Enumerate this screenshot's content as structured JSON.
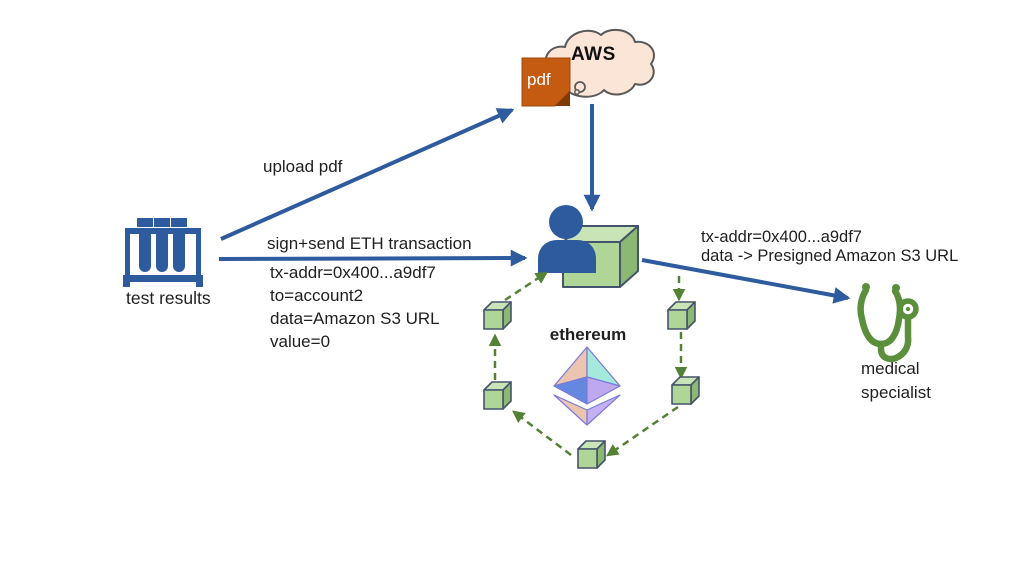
{
  "diagram": {
    "nodes": {
      "test_results": {
        "label": "test results",
        "icon": "test-tubes-icon"
      },
      "aws": {
        "label": "AWS",
        "icon": "cloud-icon"
      },
      "pdf_file": {
        "label": "pdf",
        "icon": "pdf-file-icon"
      },
      "account": {
        "icon": "person-with-cube-icon"
      },
      "ethereum_network": {
        "label": "ethereum",
        "icon": "ethereum-logo",
        "node_icon": "block-cube-icon"
      },
      "medical_specialist": {
        "line1": "medical",
        "line2": "specialist",
        "icon": "stethoscope-icon"
      }
    },
    "edges": {
      "upload": {
        "label": "upload pdf"
      },
      "sign_send": {
        "label": "sign+send ETH transaction",
        "details": [
          "tx-addr=0x400...a9df7",
          "to=account2",
          "data=Amazon S3 URL",
          "value=0"
        ]
      },
      "retrieve": {
        "details": [
          "tx-addr=0x400...a9df7",
          "data -> Presigned Amazon S3 URL"
        ]
      },
      "aws_to_account": {
        "label": ""
      }
    },
    "colors": {
      "arrow_blue": "#2E5B9E",
      "icon_blue": "#2E5B9E",
      "pdf_orange": "#C55A11",
      "pdf_fold": "#7F3B00",
      "cloud_fill": "#FBE5D6",
      "cloud_outline": "#595959",
      "cube_front": "#AFD696",
      "cube_top": "#C9E5B8",
      "cube_side": "#8BB872",
      "cube_outline": "#44546A",
      "dashed_green": "#538135",
      "stethoscope_green": "#5C8F3C",
      "eth_peach": "#ECC5B0",
      "eth_cyan": "#A5E8DC",
      "eth_blue": "#6488E0",
      "eth_purple": "#BFA9EE",
      "eth_outline": "#7A7AD8",
      "text": "#1f1f1f"
    }
  }
}
